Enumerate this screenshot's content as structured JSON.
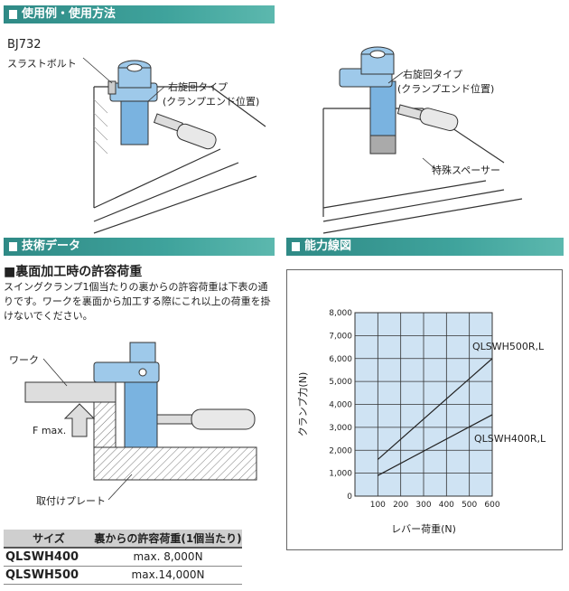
{
  "sections": {
    "usage": "使用例・使用方法",
    "tech": "技術データ",
    "capacity": "能力線図"
  },
  "usage_labels": {
    "part_code": "BJ732",
    "thrust_bolt": "スラストボルト",
    "right_turn_1": "右旋回タイプ",
    "clamp_end_1": "(クランプエンド位置)",
    "right_turn_2": "右旋回タイプ",
    "clamp_end_2": "(クランプエンド位置)",
    "spacer": "特殊スペーサー"
  },
  "tech": {
    "subtitle": "■裏面加工時の許容荷重",
    "description": "スイングクランプ1個当たりの裏からの許容荷重は下表の通りです。ワークを裏面から加工する際にこれ以上の荷重を掛けないでください。",
    "work_label": "ワーク",
    "force_label": "F max.",
    "plate_label": "取付けプレート"
  },
  "table": {
    "headers": [
      "サイズ",
      "裏からの許容荷重(1個当たり)"
    ],
    "rows": [
      {
        "size": "QLSWH400",
        "load": "max. 8,000N"
      },
      {
        "size": "QLSWH500",
        "load": "max.14,000N"
      }
    ]
  },
  "chart_data": {
    "type": "line",
    "xlabel": "レバー荷重(N)",
    "ylabel": "クランプ力(N)",
    "xlim": [
      0,
      600
    ],
    "ylim": [
      0,
      8000
    ],
    "x_ticks": [
      "100",
      "200",
      "300",
      "400",
      "500",
      "600"
    ],
    "y_ticks": [
      "0",
      "1,000",
      "2,000",
      "3,000",
      "4,000",
      "5,000",
      "6,000",
      "7,000",
      "8,000"
    ],
    "grid": true,
    "series": [
      {
        "name": "QLSWH500R,L",
        "x": [
          100,
          600
        ],
        "y": [
          1600,
          6000
        ]
      },
      {
        "name": "QLSWH400R,L",
        "x": [
          100,
          600
        ],
        "y": [
          900,
          3550
        ]
      }
    ]
  },
  "colors": {
    "header_teal": "#2f8a86",
    "chart_bg": "#cfe3f3",
    "clamp_blue": "#7ab3e0"
  }
}
